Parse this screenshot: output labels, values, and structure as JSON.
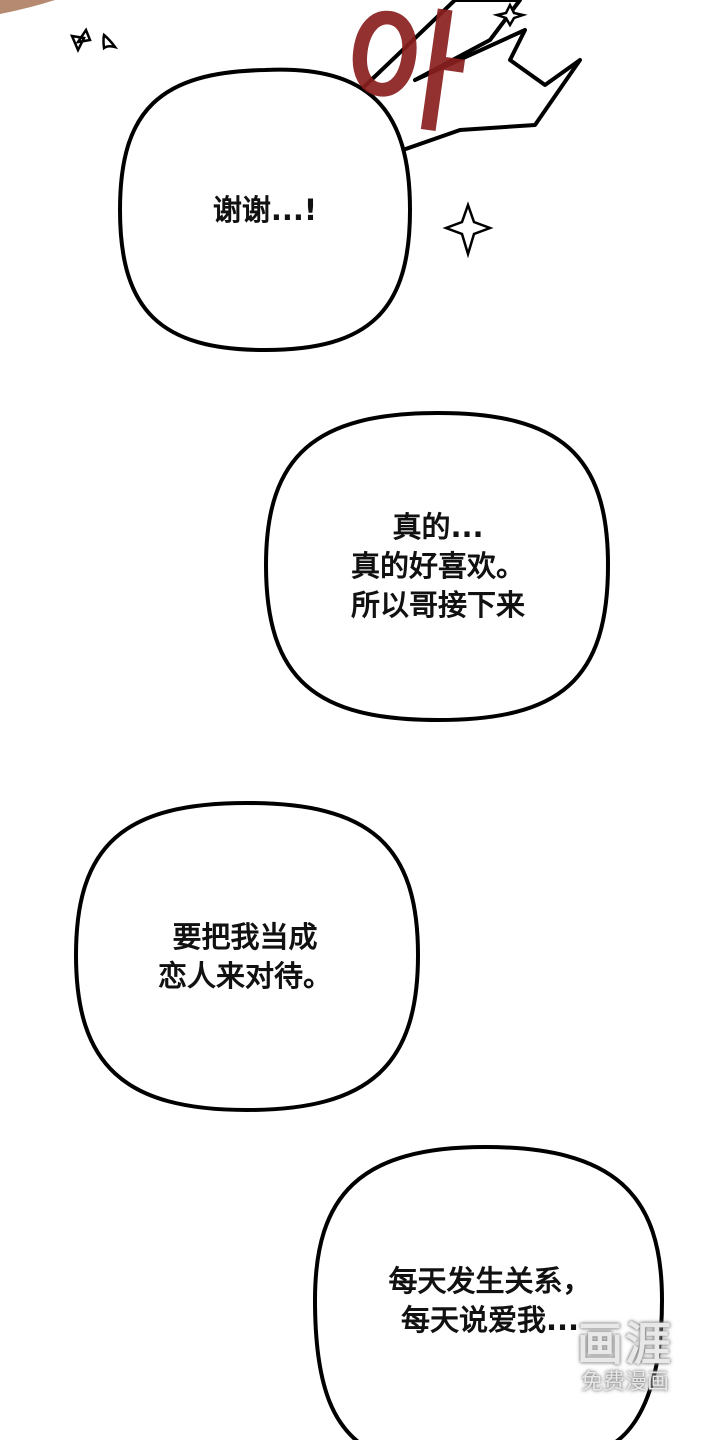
{
  "sound_effect": "아",
  "bubbles": [
    {
      "text": "谢谢...!"
    },
    {
      "text": "真的...\n真的好喜欢。\n所以哥接下来"
    },
    {
      "text": "要把我当成\n恋人来对待。"
    },
    {
      "text": "每天发生关系，\n每天说爱我..."
    }
  ],
  "watermark": {
    "logo": "画涯",
    "tagline": "免费漫画"
  },
  "colors": {
    "sfx": "#8a1f1f",
    "outline": "#000000",
    "background": "#ffffff"
  }
}
